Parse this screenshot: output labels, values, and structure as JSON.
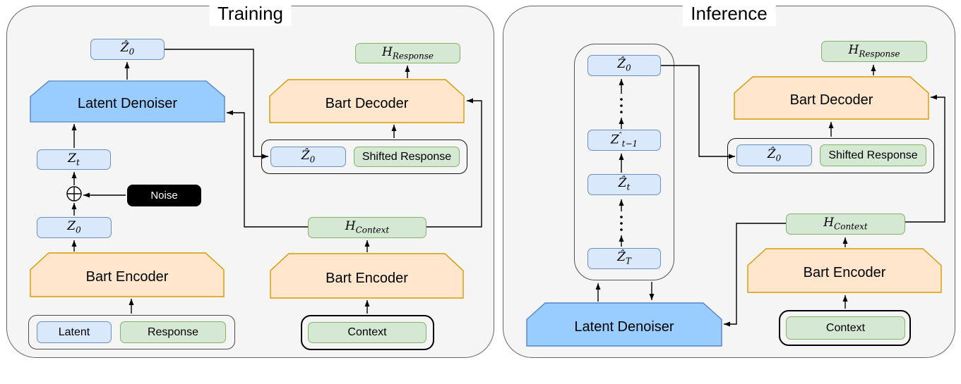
{
  "colors": {
    "panel_bg": "#F5F5F5",
    "panel_border": "#666666",
    "blue_fill": "#DAE8FC",
    "blue_stroke": "#6C8EBF",
    "green_fill": "#D5E8D4",
    "green_stroke": "#82B366",
    "orange_fill": "#FFE6CC",
    "orange_stroke": "#D79B00",
    "denoiser_fill": "#99CCFF",
    "denoiser_stroke": "#5585C7",
    "noise_bg": "#000000",
    "noise_text": "#FFFFFF"
  },
  "training": {
    "title": "Training",
    "z0hat_out": {
      "base": "Ẑ",
      "sub": "0"
    },
    "latent_denoiser_label": "Latent Denoiser",
    "zt": {
      "base": "Z",
      "sub": "t"
    },
    "noise_label": "Noise",
    "z0": {
      "base": "Z",
      "sub": "0"
    },
    "bart_encoder_left_label": "Bart Encoder",
    "latent_label": "Latent",
    "response_label": "Response",
    "h_response": {
      "base": "H",
      "sub": "Response"
    },
    "bart_decoder_label": "Bart Decoder",
    "z0hat_in": {
      "base": "Ẑ",
      "sub": "0"
    },
    "shifted_response_label": "Shifted Response",
    "h_context": {
      "base": "H",
      "sub": "Context"
    },
    "bart_encoder_right_label": "Bart Encoder",
    "context_label": "Context"
  },
  "inference": {
    "title": "Inference",
    "z0hat": {
      "base": "Ẑ",
      "sub": "0"
    },
    "zt_minus_1": {
      "base": "Z",
      "hat": "ˆ",
      "sub": "t−1"
    },
    "zt": {
      "base": "Ẑ",
      "sub": "t"
    },
    "zT": {
      "base": "Ẑ",
      "sub": "T"
    },
    "latent_denoiser_label": "Latent Denoiser",
    "h_response": {
      "base": "H",
      "sub": "Response"
    },
    "bart_decoder_label": "Bart Decoder",
    "z0hat_in": {
      "base": "Ẑ",
      "sub": "0"
    },
    "shifted_response_label": "Shifted Response",
    "h_context": {
      "base": "H",
      "sub": "Context"
    },
    "bart_encoder_label": "Bart Encoder",
    "context_label": "Context"
  }
}
